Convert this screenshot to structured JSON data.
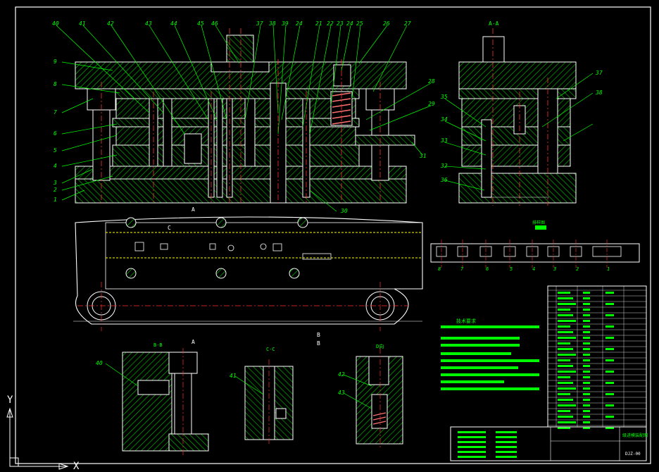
{
  "colors": {
    "background": "#000000",
    "outline": "#ffffff",
    "hatch": "#00c800",
    "leader": "#00ff00",
    "centerline": "#ff3030",
    "accent": "#ffff00",
    "spring": "#ff7070"
  },
  "labels": {
    "section_aa": "A-A",
    "section_bb": "B-B",
    "section_cc": "C-C",
    "view_d": "D向",
    "strip_layout": "排样图",
    "tech_req_title": "技术要求",
    "axis_y": "Y",
    "axis_x": "X",
    "view_arrow_a_top": "A",
    "view_arrow_a_bottom": "A",
    "view_arrow_b_top": "B",
    "view_arrow_b_bottom": "B",
    "view_arrow_c": "C",
    "title_block_name": "级进模装配图",
    "title_block_code": "DJZ-00"
  },
  "balloons_top": [
    "40",
    "41",
    "42",
    "43",
    "44",
    "45",
    "46",
    "37",
    "38",
    "39",
    "24",
    "21",
    "22",
    "23",
    "24",
    "25",
    "26",
    "27"
  ],
  "balloons_left": [
    "9",
    "8",
    "7",
    "6",
    "5",
    "4",
    "3",
    "2",
    "1"
  ],
  "balloons_right_main": [
    "28",
    "29",
    "30",
    "31"
  ],
  "balloons_aa": [
    "35",
    "34",
    "33",
    "32",
    "36",
    "37",
    "38"
  ],
  "balloons_strip": [
    "8",
    "7",
    "6",
    "5",
    "4",
    "3",
    "2",
    "1"
  ],
  "balloons_details": [
    "40",
    "41",
    "42",
    "43"
  ]
}
